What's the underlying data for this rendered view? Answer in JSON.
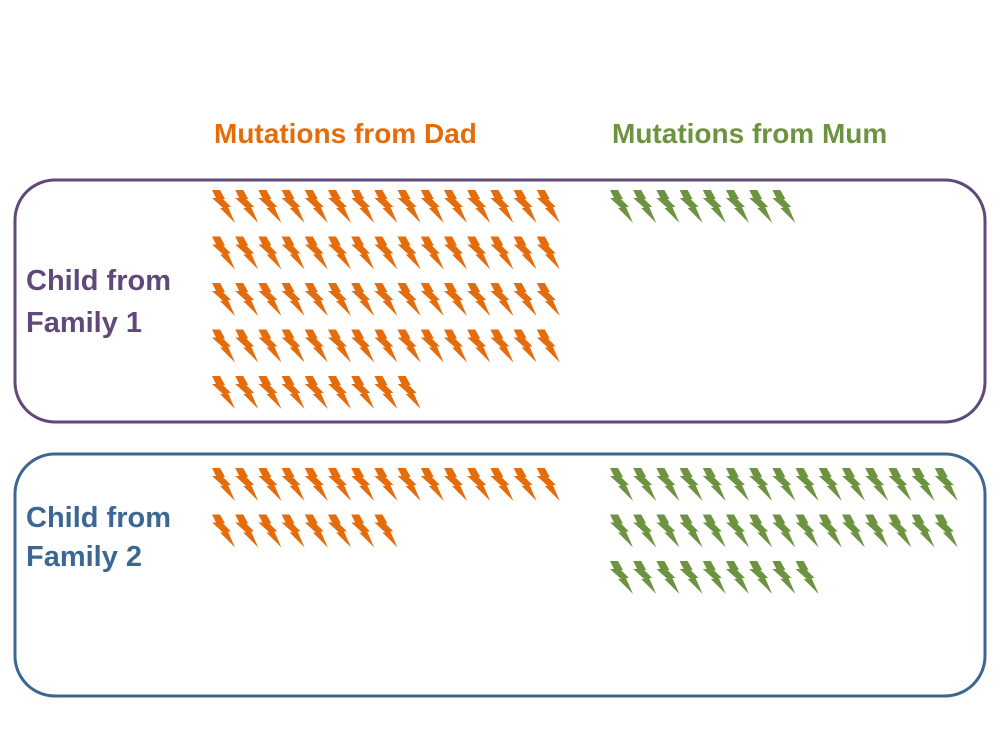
{
  "colors": {
    "dad": "#E46C0A",
    "mum": "#6E9340",
    "family1": "#60497A",
    "family2": "#3D6793"
  },
  "icon": "lightning-bolt-icon",
  "chart_data": {
    "type": "pictograph",
    "columns": [
      {
        "key": "dad",
        "label": "Mutations from Dad"
      },
      {
        "key": "mum",
        "label": "Mutations from Mum"
      }
    ],
    "rows": [
      {
        "label_lines": [
          "Child from",
          "Family 1"
        ],
        "dad": 69,
        "mum": 8
      },
      {
        "label_lines": [
          "Child from",
          "Family 2"
        ],
        "dad": 23,
        "mum": 39
      }
    ]
  }
}
